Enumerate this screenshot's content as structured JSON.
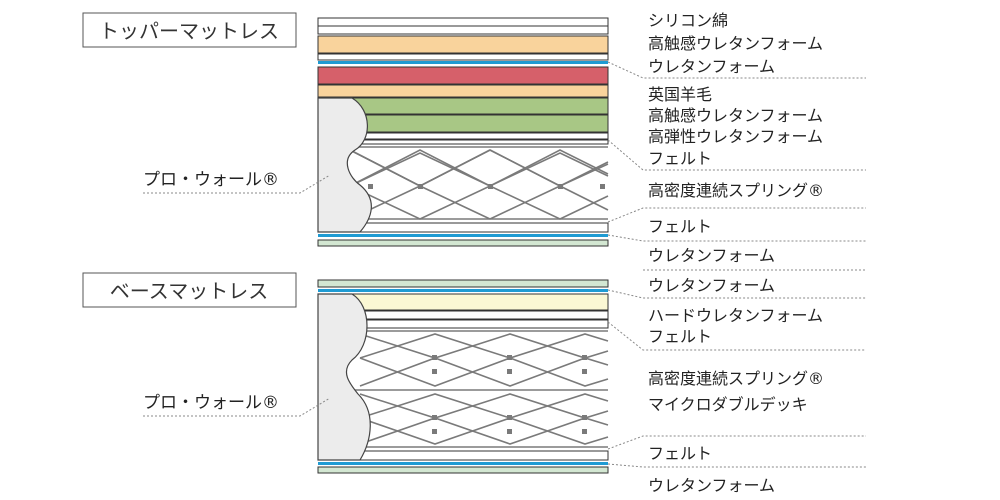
{
  "top": {
    "title": "トッパーマットレス",
    "side_label": "プロ・ウォール®",
    "labels": [
      "シリコン綿",
      "高触感ウレタンフォーム",
      "ウレタンフォーム",
      "英国羊毛",
      "高触感ウレタンフォーム",
      "高弾性ウレタンフォーム",
      "フェルト",
      "高密度連続スプリング®",
      "フェルト",
      "ウレタンフォーム"
    ]
  },
  "base": {
    "title": "ベースマットレス",
    "side_label": "プロ・ウォール®",
    "labels": [
      "ウレタンフォーム",
      "ハードウレタンフォーム",
      "フェルト",
      "高密度連続スプリング®",
      "マイクロダブルデッキ",
      "フェルト",
      "ウレタンフォーム"
    ]
  },
  "colors": {
    "silicone": "#ffffff",
    "high_touch_foam": "#f9d39c",
    "blue_line": "#1f9bd3",
    "wool": "#d6606a",
    "resilient_foam": "#a8c785",
    "felt": "#ffffff",
    "bottom_foam": "#d3e7d2",
    "hard_foam": "#fbf8d4",
    "prowall": "#ececec"
  }
}
